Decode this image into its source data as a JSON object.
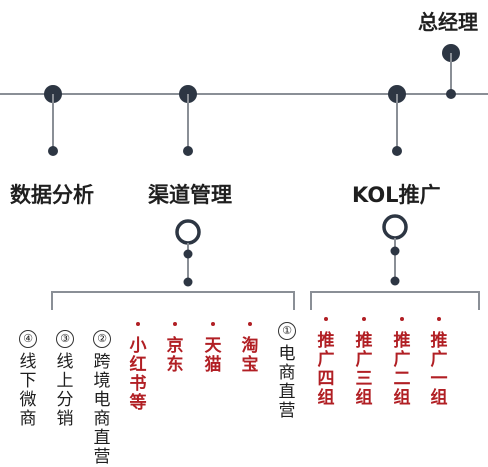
{
  "timeline": {
    "ceo": "总经理",
    "nodes": [
      {
        "label": "数据分析"
      },
      {
        "label": "渠道管理"
      },
      {
        "label": "KOL推广"
      }
    ]
  },
  "channels": {
    "items": [
      {
        "num": "④",
        "label": "线下微商",
        "highlight": false
      },
      {
        "num": "③",
        "label": "线上分销",
        "highlight": false
      },
      {
        "num": "②",
        "label": "跨境电商直营",
        "highlight": false
      },
      {
        "num": "",
        "label": "小红书等",
        "highlight": true
      },
      {
        "num": "",
        "label": "京东",
        "highlight": true
      },
      {
        "num": "",
        "label": "天猫",
        "highlight": true
      },
      {
        "num": "",
        "label": "淘宝",
        "highlight": true
      },
      {
        "num": "①",
        "label": "电商直营",
        "highlight": false
      }
    ]
  },
  "kol": {
    "groups": [
      {
        "label": "推广四组"
      },
      {
        "label": "推广三组"
      },
      {
        "label": "推广二组"
      },
      {
        "label": "推广一组"
      }
    ]
  },
  "colors": {
    "line": "#8a8f96",
    "node": "#2d3643",
    "accent_red": "#b11f24",
    "text": "#1f1f1f"
  }
}
